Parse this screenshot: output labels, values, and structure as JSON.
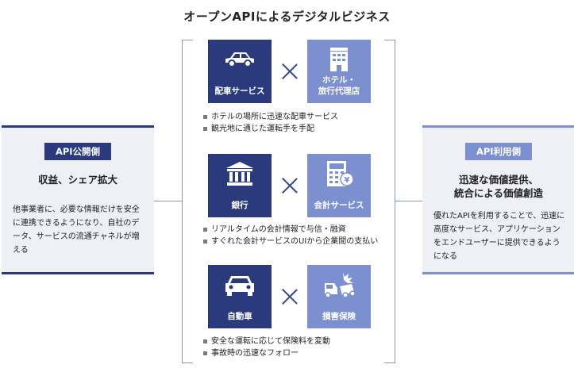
{
  "title": "オープンAPIによるデジタルビジネス",
  "left_panel": {
    "label": "API公開側",
    "heading": "収益、シェア拡大",
    "body": "他事業者に、必要な情報だけを安全に連携できるようになり、自社のデータ、サービスの流通チャネルが増える"
  },
  "right_panel": {
    "label": "API利用側",
    "heading_lines": [
      "迅速な価値提供、",
      "統合による価値創造"
    ],
    "body": "優れたAPIを利用することで、迅速に高度なサービス、アプリケーションをエンドユーザーに提供できるようになる"
  },
  "rows": [
    {
      "left_card": {
        "label_lines": [
          "配車サービス"
        ],
        "icon": "car-icon"
      },
      "right_card": {
        "label_lines": [
          "ホテル・",
          "旅行代理店"
        ],
        "icon": "hotel-building-icon"
      },
      "bullets": [
        "ホテルの場所に迅速な配車サービス",
        "観光地に通じた運転手を手配"
      ]
    },
    {
      "left_card": {
        "label_lines": [
          "銀行"
        ],
        "icon": "bank-icon"
      },
      "right_card": {
        "label_lines": [
          "会計サービス"
        ],
        "icon": "calculator-yen-icon"
      },
      "bullets": [
        "リアルタイムの会計情報で与信・融資",
        "すぐれた会計サービスのUIから企業間の支払い"
      ]
    },
    {
      "left_card": {
        "label_lines": [
          "自動車"
        ],
        "icon": "car-front-icon"
      },
      "right_card": {
        "label_lines": [
          "損害保険"
        ],
        "icon": "car-crash-icon"
      },
      "bullets": [
        "安全な運転に応じて保険料を変動",
        "事故時の迅速なフォロー"
      ]
    }
  ],
  "colors": {
    "dark_navy": "#2a3a7c",
    "periwinkle": "#7c8fcf",
    "panel_bg": "#eef0f5",
    "line": "#8b95ad"
  }
}
